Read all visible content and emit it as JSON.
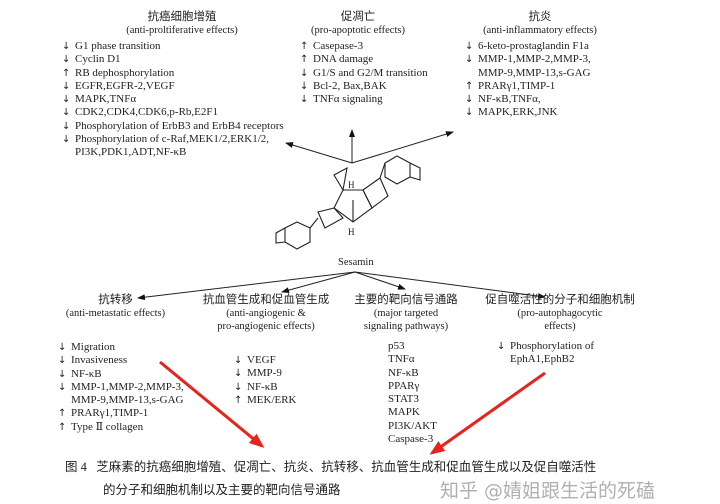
{
  "center_compound": "Sesamin",
  "top_sections": [
    {
      "title_cn": "抗癌细胞增殖",
      "title_en": "(anti-proltiferative effects)",
      "items": [
        {
          "dir": "down",
          "text": "G1 phase transition"
        },
        {
          "dir": "down",
          "text": "Cyclin D1"
        },
        {
          "dir": "up",
          "text": "RB dephosphorylation"
        },
        {
          "dir": "down",
          "text": "EGFR,EGFR-2,VEGF"
        },
        {
          "dir": "down",
          "text": "MAPK,TNFα"
        },
        {
          "dir": "down",
          "text": "CDK2,CDK4,CDK6,p-Rb,E2F1"
        },
        {
          "dir": "down",
          "text": "Phosphorylation of ErbB3 and ErbB4 receptors"
        },
        {
          "dir": "down",
          "text": "Phosphorylation of c-Raf,MEK1/2,ERK1/2,",
          "cont": "PI3K,PDK1,ADT,NF-κB"
        }
      ]
    },
    {
      "title_cn": "促凋亡",
      "title_en": "(pro-apoptotic effects)",
      "items": [
        {
          "dir": "up",
          "text": "Casepase-3"
        },
        {
          "dir": "up",
          "text": "DNA damage"
        },
        {
          "dir": "down",
          "text": "G1/S and G2/M transition"
        },
        {
          "dir": "down",
          "text": "Bcl-2, Bax,BAK"
        },
        {
          "dir": "down",
          "text": "TNFα signaling"
        }
      ]
    },
    {
      "title_cn": "抗炎",
      "title_en": "(anti-inflammatory effects)",
      "items": [
        {
          "dir": "down",
          "text": "6-keto-prostaglandin F1a"
        },
        {
          "dir": "down",
          "text": "MMP-1,MMP-2,MMP-3,",
          "cont": "MMP-9,MMP-13,s-GAG"
        },
        {
          "dir": "up",
          "text": "PRARγ1,TIMP-1"
        },
        {
          "dir": "down",
          "text": "NF-κB,TNFα,"
        },
        {
          "dir": "down",
          "text": "MAPK,ERK,JNK"
        }
      ]
    }
  ],
  "bottom_sections": [
    {
      "title_cn": "抗转移",
      "title_en": "(anti-metastatic effects)",
      "items": [
        {
          "dir": "down",
          "text": "Migration"
        },
        {
          "dir": "down",
          "text": "Invasiveness"
        },
        {
          "dir": "down",
          "text": "NF-κB"
        },
        {
          "dir": "down",
          "text": "MMP-1,MMP-2,MMP-3,",
          "cont": "MMP-9,MMP-13,s-GAG"
        },
        {
          "dir": "up",
          "text": "PRARγ1,TIMP-1"
        },
        {
          "dir": "up",
          "text": "Type Ⅱ collagen"
        }
      ]
    },
    {
      "title_cn": "抗血管生成和促血管生成",
      "title_en": "(anti-angiogenic &",
      "title_en2": "pro-angiogenic effects)",
      "items": [
        {
          "dir": "down",
          "text": "VEGF"
        },
        {
          "dir": "down",
          "text": "MMP-9"
        },
        {
          "dir": "down",
          "text": "NF-κB"
        },
        {
          "dir": "up",
          "text": "MEK/ERK"
        }
      ]
    },
    {
      "title_cn": "主要的靶向信号通路",
      "title_en": "(major targeted",
      "title_en2": "signaling pathways)",
      "items": [
        {
          "dir": "none",
          "text": "p53"
        },
        {
          "dir": "none",
          "text": "TNFα"
        },
        {
          "dir": "none",
          "text": "NF-κB"
        },
        {
          "dir": "none",
          "text": "PPARγ"
        },
        {
          "dir": "none",
          "text": "STAT3"
        },
        {
          "dir": "none",
          "text": "MAPK"
        },
        {
          "dir": "none",
          "text": "PI3K/AKT"
        },
        {
          "dir": "none",
          "text": "Caspase-3"
        }
      ]
    },
    {
      "title_cn": "促自噬活性的分子和细胞机制",
      "title_en": "(pro-autophagocytic",
      "title_en2": "effects)",
      "items": [
        {
          "dir": "down",
          "text": "Phosphorylation of",
          "cont": "EphA1,EphB2"
        }
      ]
    }
  ],
  "caption": {
    "label": "图 4",
    "line1": "芝麻素的抗癌细胞增殖、促凋亡、抗炎、抗转移、抗血管生成和促血管生成以及促自噬活性",
    "line2": "的分子和细胞机制以及主要的靶向信号通路"
  },
  "watermark": "知乎 @婧姐跟生活的死磕",
  "colors": {
    "annotation_arrow": "#e8231c",
    "text": "#222222"
  }
}
